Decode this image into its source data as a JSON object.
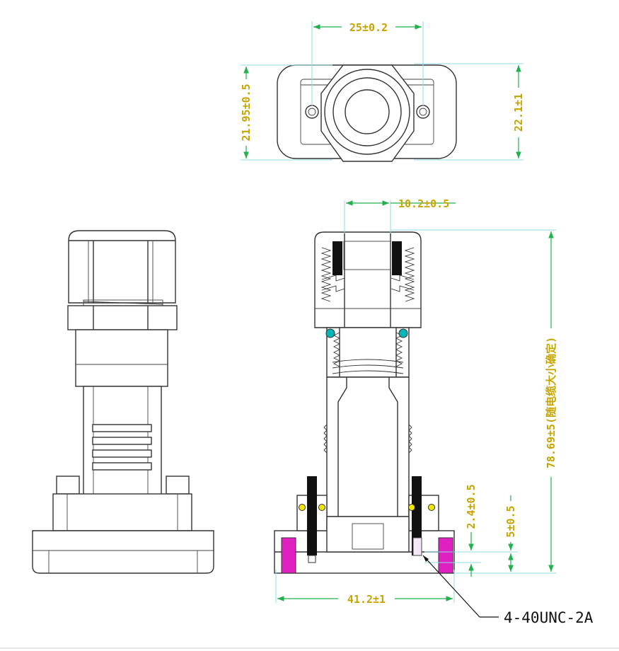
{
  "dimensions": {
    "top_width": "25±0.2",
    "top_height_left": "21.95±0.5",
    "top_height_right": "22.1±1",
    "opening_width": "10.2±0.5",
    "overall_height": "78.69±5(随电缆大小确定)",
    "screw_gap": "2.4±0.5",
    "flange_height": "5±0.5",
    "base_width": "41.2±1"
  },
  "callout": {
    "thread_spec": "4-40UNC-2A"
  },
  "colors": {
    "dimension_line": "#22b14c",
    "extension_line": "#8fd8e8",
    "dimension_text": "#c8a400",
    "seal_ring": "#00b5b5",
    "flange_pad": "#e020c0",
    "screw_dot": "#f5e600"
  }
}
